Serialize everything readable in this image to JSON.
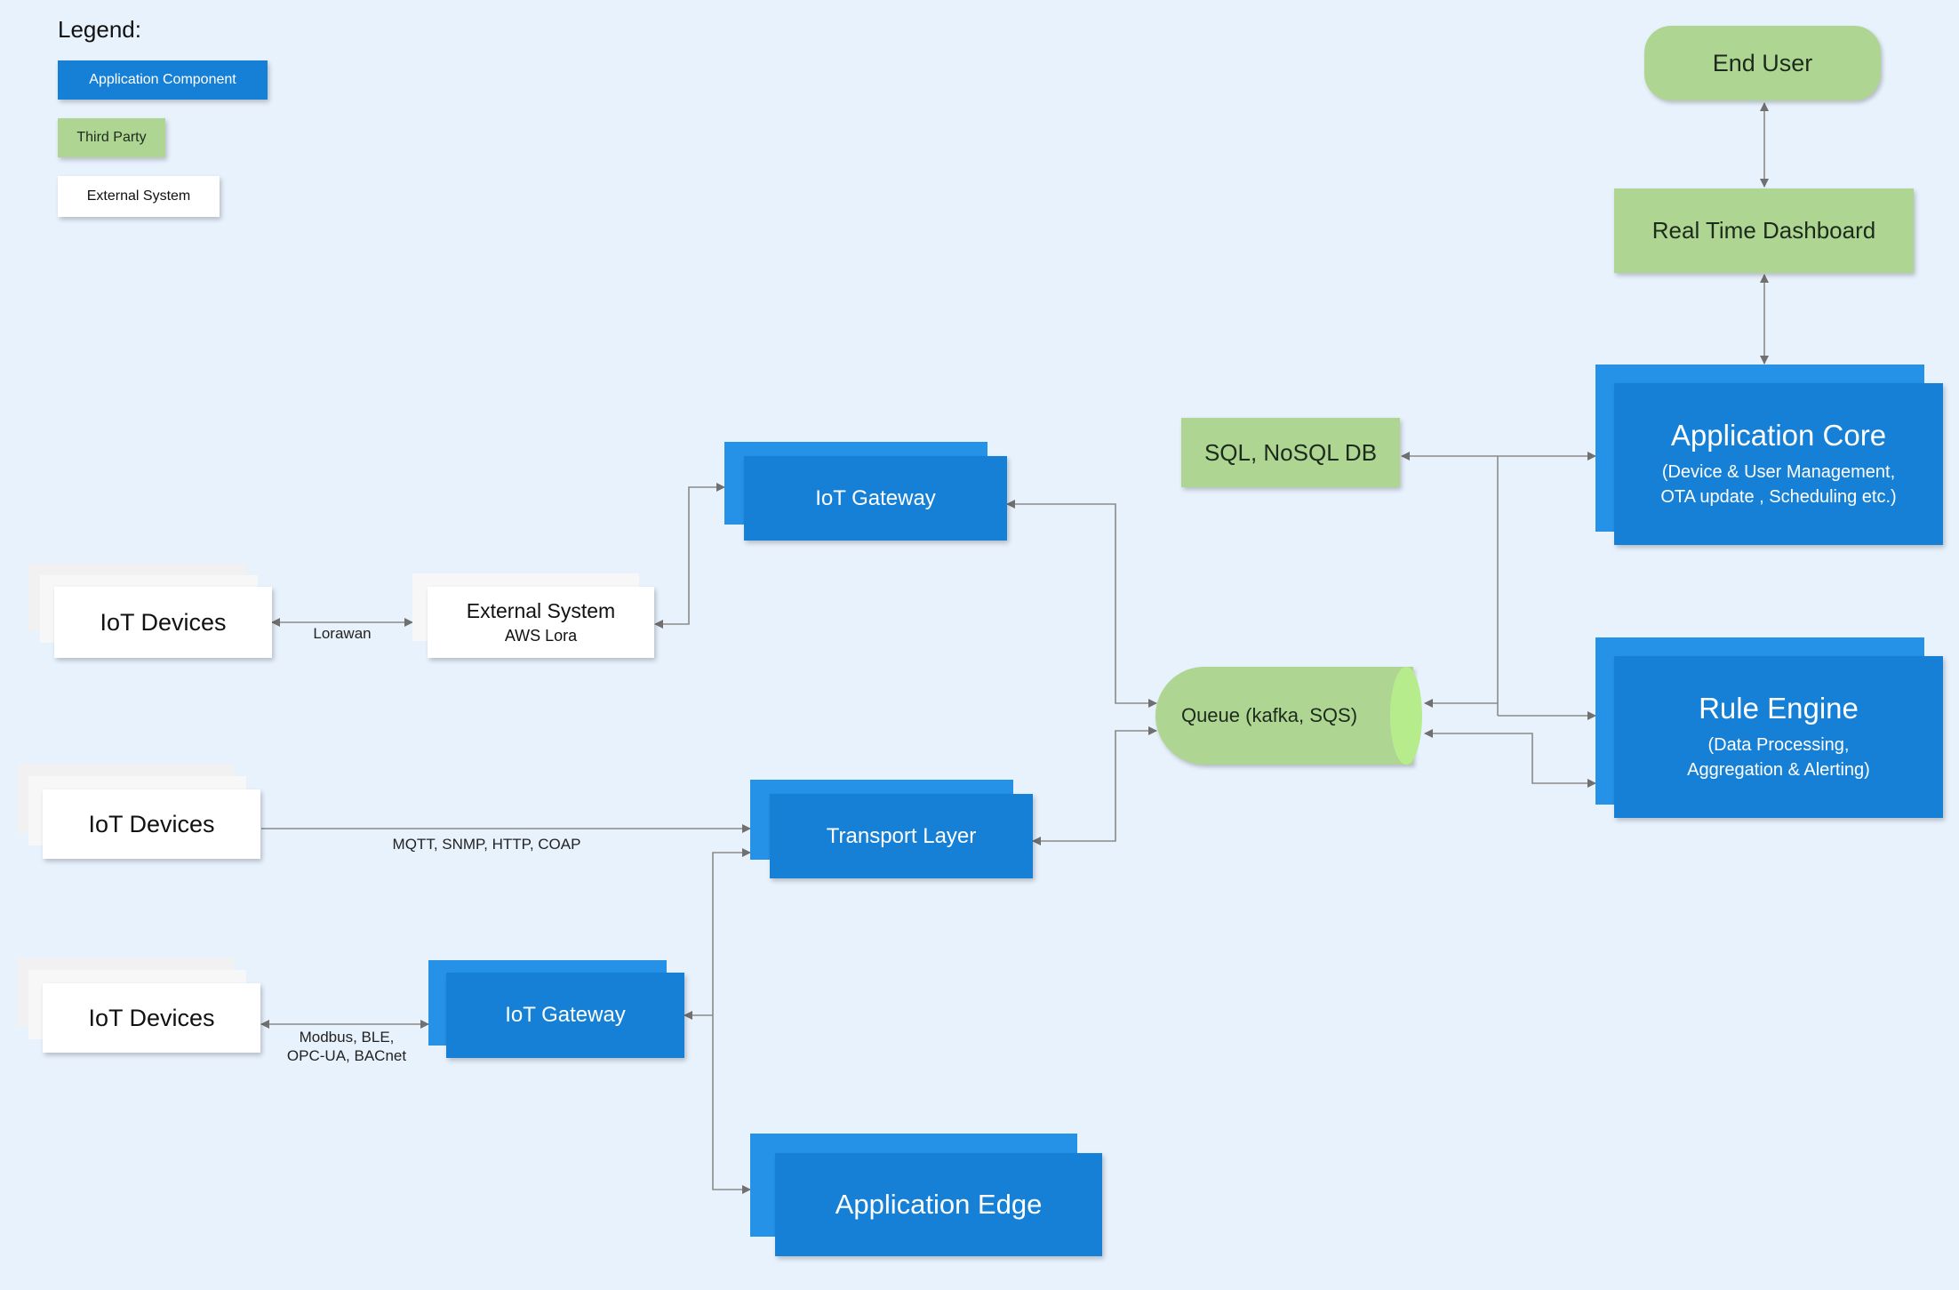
{
  "legend": {
    "title": "Legend:",
    "items": [
      {
        "label": "Application Component",
        "color": "#1580d6"
      },
      {
        "label": "Third Party",
        "color": "#aed692"
      },
      {
        "label": "External System",
        "color": "#ffffff"
      }
    ]
  },
  "nodes": {
    "end_user": "End User",
    "dashboard": "Real Time Dashboard",
    "app_core": {
      "title": "Application Core",
      "line1": "(Device & User Management,",
      "line2": "OTA update , Scheduling etc.)"
    },
    "rule_engine": {
      "title": "Rule Engine",
      "line1": "(Data Processing,",
      "line2": "Aggregation & Alerting)"
    },
    "db": "SQL, NoSQL DB",
    "queue": "Queue (kafka, SQS)",
    "gateway_top": "IoT Gateway",
    "external_system": {
      "title": "External System",
      "sub": "AWS Lora"
    },
    "iot_devices_1": "IoT Devices",
    "iot_devices_2": "IoT Devices",
    "iot_devices_3": "IoT Devices",
    "transport": "Transport Layer",
    "gateway_bottom": "IoT Gateway",
    "app_edge": "Application Edge"
  },
  "edge_labels": {
    "lorawan": "Lorawan",
    "mqtt": "MQTT, SNMP, HTTP, COAP",
    "modbus_1": "Modbus, BLE,",
    "modbus_2": "OPC-UA, BACnet"
  },
  "colors": {
    "background": "#e8f2fd",
    "app_component": "#1580d6",
    "app_component_back": "#2592e8",
    "third_party": "#aed692",
    "external": "#ffffff",
    "connector": "#707070"
  }
}
